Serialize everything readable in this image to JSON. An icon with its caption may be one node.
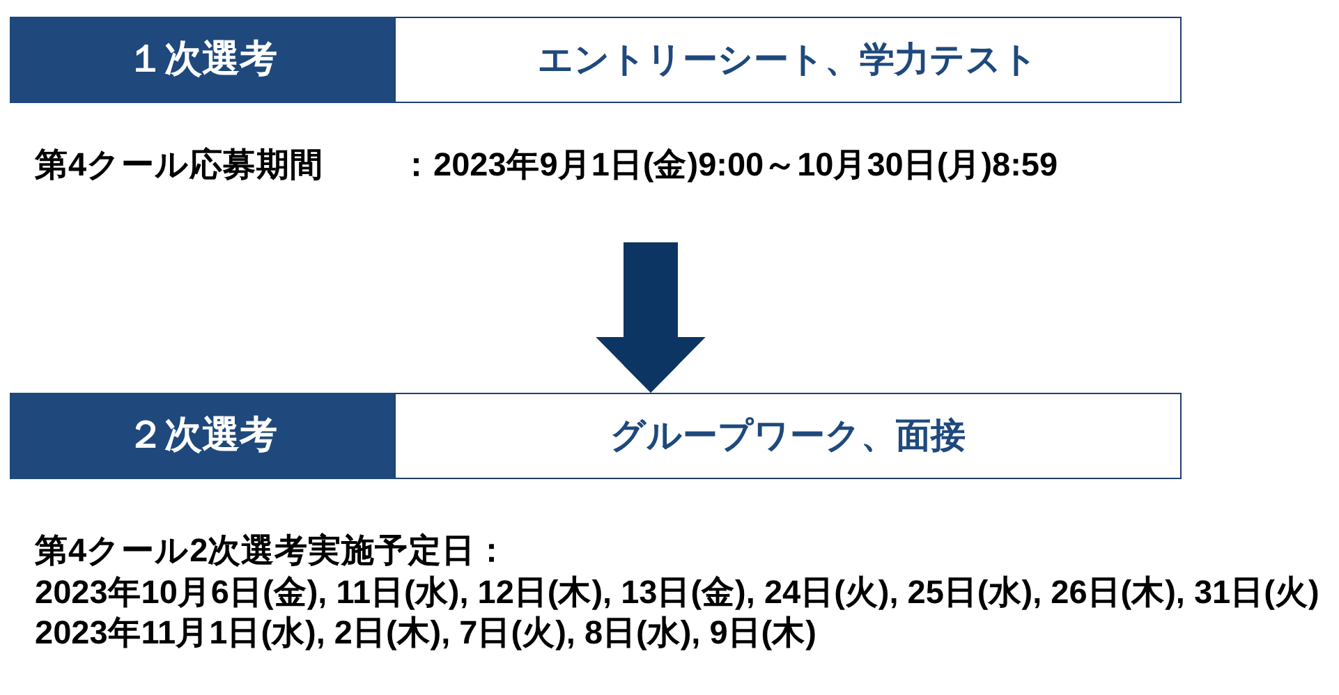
{
  "diagram": {
    "nodes": [
      {
        "text": [
          "１次選考"
        ]
      },
      {
        "text": [
          "エントリーシート、学力テスト"
        ]
      },
      {
        "text": [
          "２次選考"
        ]
      },
      {
        "text": [
          "グループワーク、面接"
        ]
      }
    ],
    "edges": [
      {
        "from": null,
        "to": 3,
        "arrow": "to"
      }
    ],
    "labels": [
      "第4クール応募期間",
      "：2023年9月1日(金)9:00～10月30日(月)8:59",
      "第4クール2次選考実施予定日：",
      "2023年10月6日(金), 11日(水), 12日(木), 13日(金), 24日(火), 25日(水), 26日(木), 31日(火)",
      "2023年11月1日(水), 2日(木), 7日(火), 8日(水), 9日(木)"
    ]
  }
}
